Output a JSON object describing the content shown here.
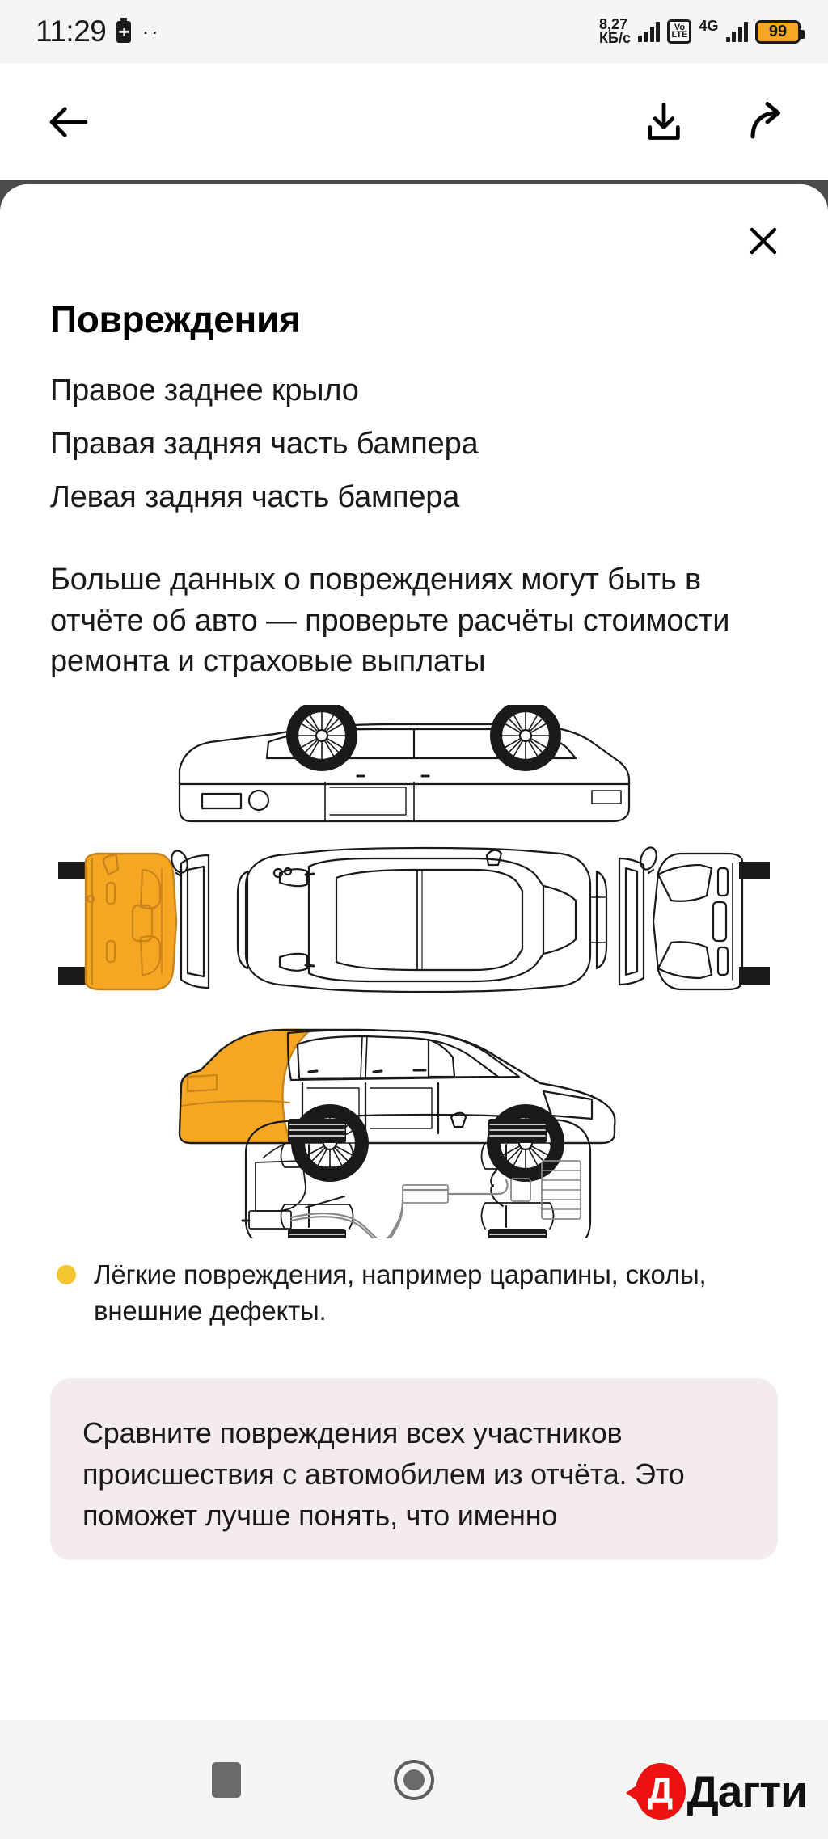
{
  "status_bar": {
    "time": "11:29",
    "battery_saver_icon": "battery-plus-icon",
    "more_dots": "··",
    "net_speed_value": "8,27",
    "net_speed_unit": "КБ/с",
    "volte_line1": "Vo",
    "volte_line2": "LTE",
    "network_type": "4G",
    "battery_percent": "99"
  },
  "top_bar": {
    "back_icon": "arrow-left-icon",
    "download_icon": "download-icon",
    "share_icon": "share-forward-icon"
  },
  "sheet": {
    "close_icon": "close-x-icon",
    "title": "Повреждения",
    "damages": [
      "Правое заднее крыло",
      "Правая задняя часть бампера",
      "Левая задняя часть бампера"
    ],
    "paragraph": "Больше данных о повреждениях могут быть в отчёте об авто  — проверьте расчёты стоимости ремонта и страховые выплаты",
    "legend": {
      "dot_color": "#f5c531",
      "text": "Лёгкие повреждения, например царапины, сколы, внешние дефекты."
    },
    "info_card": {
      "background": "#f4ecec",
      "text": "Сравните повреждения всех участников происшествия с автомобилем из отчёта. Это поможет лучше понять, что именно"
    },
    "diagram": {
      "highlight_color": "#f5a623",
      "outline_color": "#1a1a1a",
      "views": [
        "left-side-view",
        "rear-view-highlighted",
        "top-view",
        "front-view",
        "right-side-view-highlighted",
        "underbody-view"
      ]
    }
  },
  "nav_bar": {
    "recents_icon": "recents-square-icon",
    "home_icon": "home-circle-icon"
  },
  "watermark": {
    "badge_letter": "Д",
    "text": "Дагти",
    "badge_color": "#ee1111"
  }
}
